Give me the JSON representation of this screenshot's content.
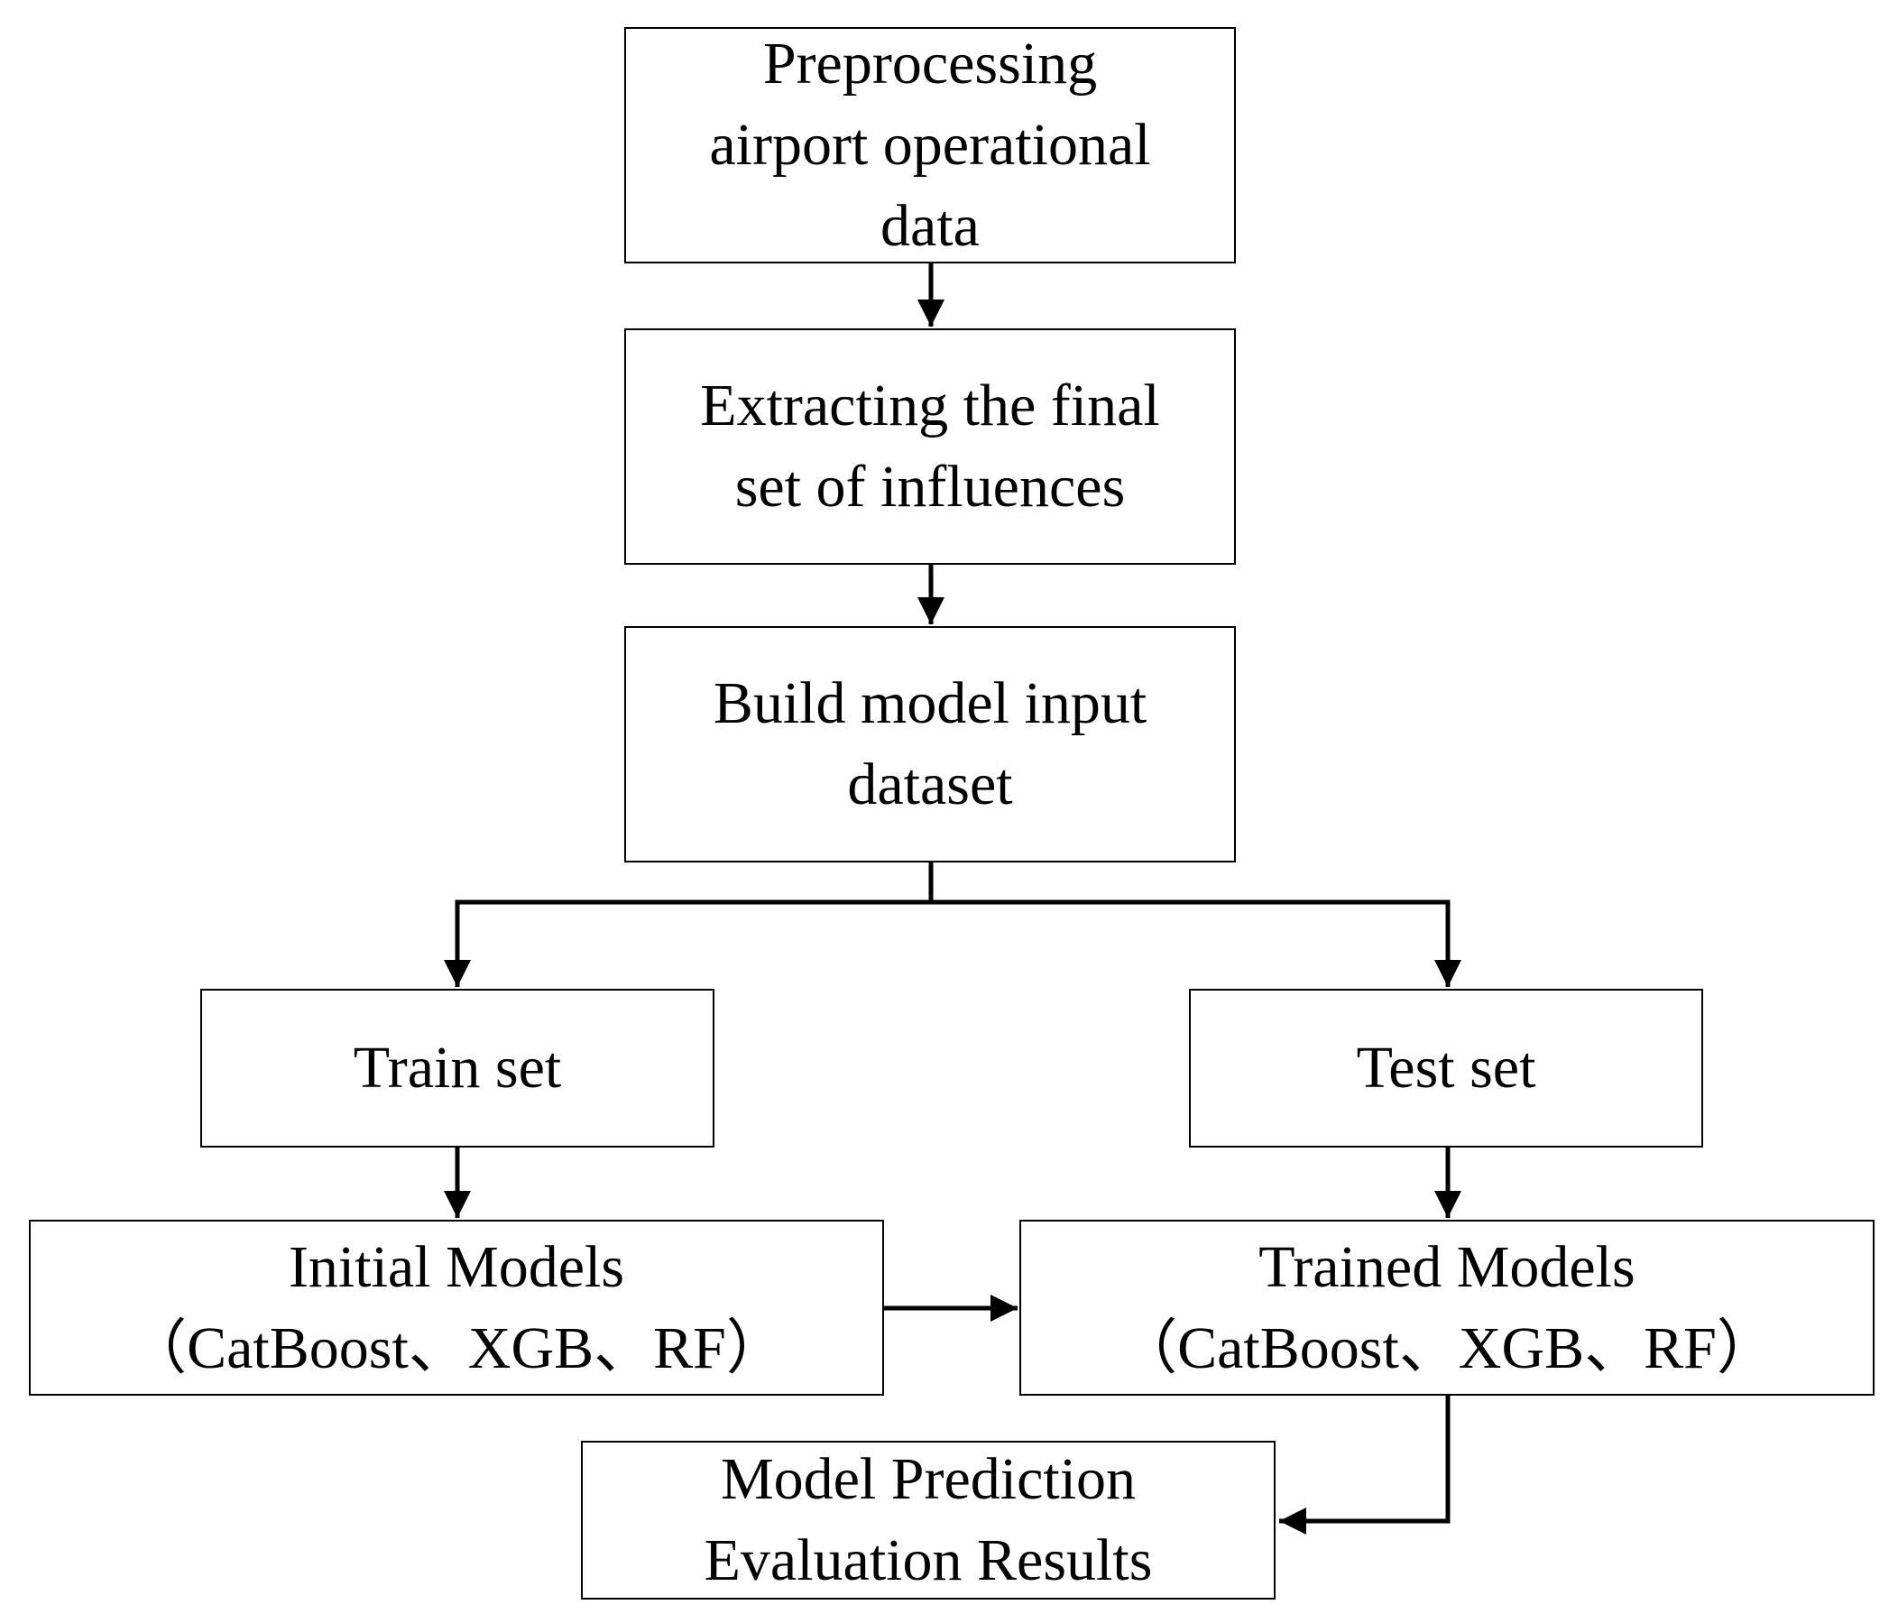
{
  "nodes": {
    "preprocess": {
      "lines": [
        "Preprocessing",
        "airport operational",
        "data"
      ]
    },
    "extract": {
      "lines": [
        "Extracting the final",
        "set of influences"
      ]
    },
    "build": {
      "lines": [
        "Build model input",
        "dataset"
      ]
    },
    "train": {
      "lines": [
        "Train set"
      ]
    },
    "test": {
      "lines": [
        "Test set"
      ]
    },
    "initial": {
      "lines": [
        "Initial Models",
        "（CatBoost、XGB、RF）"
      ]
    },
    "trained": {
      "lines": [
        "Trained Models",
        "（CatBoost、XGB、RF）"
      ]
    },
    "evaluation": {
      "lines": [
        "Model Prediction",
        "Evaluation Results"
      ]
    }
  },
  "edges": [
    {
      "from": "preprocess",
      "to": "extract"
    },
    {
      "from": "extract",
      "to": "build"
    },
    {
      "from": "build",
      "to": "train"
    },
    {
      "from": "build",
      "to": "test"
    },
    {
      "from": "train",
      "to": "initial"
    },
    {
      "from": "test",
      "to": "trained"
    },
    {
      "from": "initial",
      "to": "trained"
    },
    {
      "from": "trained",
      "to": "evaluation"
    }
  ]
}
